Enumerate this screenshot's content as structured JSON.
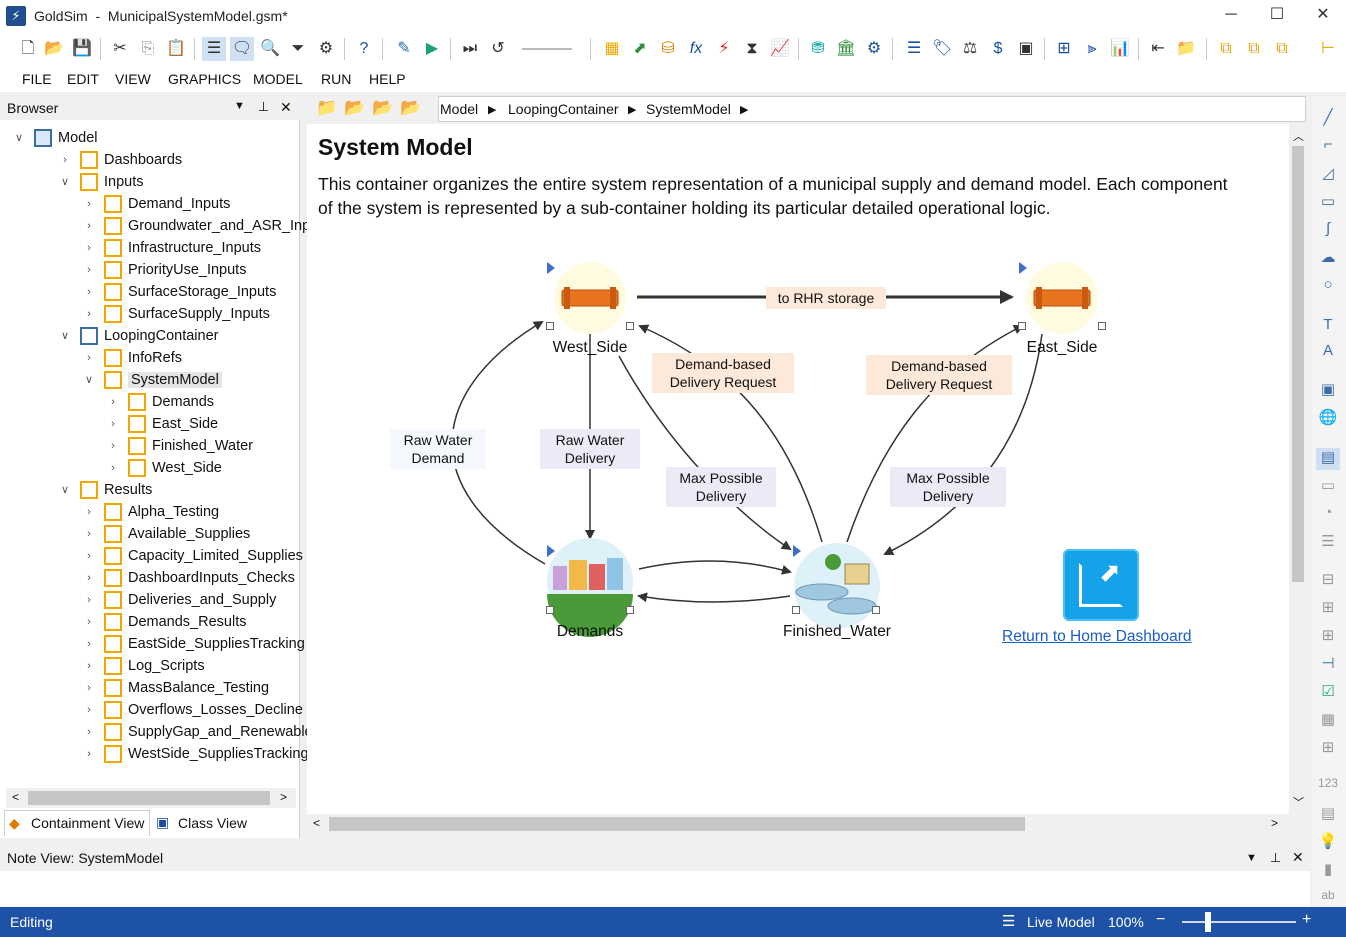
{
  "window": {
    "app_name": "GoldSim",
    "document": "MunicipalSystemModel.gsm*",
    "minimize": "─",
    "maximize": "☐",
    "close": "✕"
  },
  "menu": [
    "FILE",
    "EDIT",
    "VIEW",
    "GRAPHICS",
    "MODEL",
    "RUN",
    "HELP"
  ],
  "browser": {
    "title": "Browser",
    "tabs": [
      "Containment View",
      "Class View"
    ],
    "tree": [
      {
        "label": "Model",
        "level": 0,
        "expanded": true
      },
      {
        "label": "Dashboards",
        "level": 1
      },
      {
        "label": "Inputs",
        "level": 1,
        "expanded": true
      },
      {
        "label": "Demand_Inputs",
        "level": 2
      },
      {
        "label": "Groundwater_and_ASR_Inputs",
        "level": 2
      },
      {
        "label": "Infrastructure_Inputs",
        "level": 2
      },
      {
        "label": "PriorityUse_Inputs",
        "level": 2
      },
      {
        "label": "SurfaceStorage_Inputs",
        "level": 2
      },
      {
        "label": "SurfaceSupply_Inputs",
        "level": 2
      },
      {
        "label": "LoopingContainer",
        "level": 1,
        "expanded": true
      },
      {
        "label": "InfoRefs",
        "level": 2
      },
      {
        "label": "SystemModel",
        "level": 2,
        "expanded": true,
        "selected": true
      },
      {
        "label": "Demands",
        "level": 3
      },
      {
        "label": "East_Side",
        "level": 3
      },
      {
        "label": "Finished_Water",
        "level": 3
      },
      {
        "label": "West_Side",
        "level": 3
      },
      {
        "label": "Results",
        "level": 1,
        "expanded": true
      },
      {
        "label": "Alpha_Testing",
        "level": 2
      },
      {
        "label": "Available_Supplies",
        "level": 2
      },
      {
        "label": "Capacity_Limited_Supplies",
        "level": 2
      },
      {
        "label": "DashboardInputs_Checks",
        "level": 2
      },
      {
        "label": "Deliveries_and_Supply",
        "level": 2
      },
      {
        "label": "Demands_Results",
        "level": 2
      },
      {
        "label": "EastSide_SuppliesTracking",
        "level": 2
      },
      {
        "label": "Log_Scripts",
        "level": 2
      },
      {
        "label": "MassBalance_Testing",
        "level": 2
      },
      {
        "label": "Overflows_Losses_Decline",
        "level": 2
      },
      {
        "label": "SupplyGap_and_Renewable",
        "level": 2
      },
      {
        "label": "WestSide_SuppliesTracking",
        "level": 2
      }
    ]
  },
  "breadcrumb": [
    "Model",
    "LoopingContainer",
    "SystemModel"
  ],
  "canvas": {
    "title": "System Model",
    "description": "This container organizes the entire system representation of a municipal supply and demand model. Each component of the system is represented by a sub-container holding its particular detailed operational logic.",
    "nodes": {
      "west": "West_Side",
      "east": "East_Side",
      "demands": "Demands",
      "finished": "Finished_Water"
    },
    "links": {
      "to_rhr": "to RHR storage",
      "demand_req_left_1": "Demand-based",
      "demand_req_left_2": "Delivery Request",
      "demand_req_right_1": "Demand-based",
      "demand_req_right_2": "Delivery Request",
      "raw_demand_1": "Raw Water",
      "raw_demand_2": "Demand",
      "raw_delivery_1": "Raw Water",
      "raw_delivery_2": "Delivery",
      "max_left_1": "Max Possible",
      "max_left_2": "Delivery",
      "max_right_1": "Max Possible",
      "max_right_2": "Delivery"
    },
    "home_link": "Return to Home Dashboard"
  },
  "note_view": {
    "title": "Note View: SystemModel"
  },
  "status": {
    "mode": "Editing",
    "live_model": "Live Model",
    "zoom": "100%",
    "zoom_minus": "−",
    "zoom_plus": "+"
  },
  "colors": {
    "accent": "#1e52a6",
    "folder_border": "#f0a800",
    "link_orange_bg": "#fde9d9",
    "link_purple_bg": "#ebeaf7"
  }
}
